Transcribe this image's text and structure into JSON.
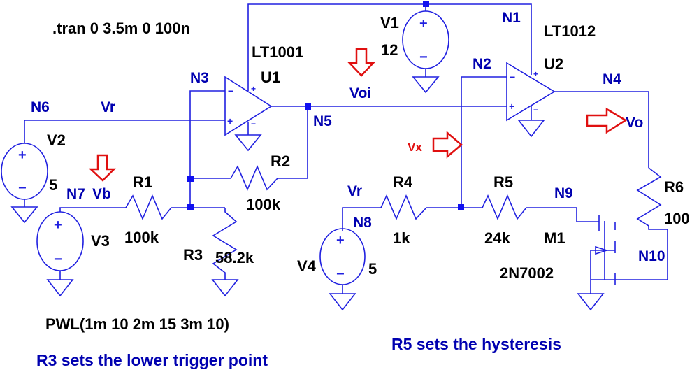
{
  "directive": ".tran 0 3.5m 0 100n",
  "components": {
    "U1": {
      "name": "U1",
      "model": "LT1001"
    },
    "U2": {
      "name": "U2",
      "model": "LT1012"
    },
    "V1": {
      "name": "V1",
      "value": "12"
    },
    "V2": {
      "name": "V2",
      "value": "5"
    },
    "V3": {
      "name": "V3",
      "value": "PWL(1m 10 2m 15 3m 10)"
    },
    "V4": {
      "name": "V4",
      "value": "5"
    },
    "R1": {
      "name": "R1",
      "value": "100k"
    },
    "R2": {
      "name": "R2",
      "value": "100k"
    },
    "R3": {
      "name": "R3",
      "value": "58.2k"
    },
    "R4": {
      "name": "R4",
      "value": "1k"
    },
    "R5": {
      "name": "R5",
      "value": "24k"
    },
    "R6": {
      "name": "R6",
      "value": "100"
    },
    "M1": {
      "name": "M1",
      "model": "2N7002"
    }
  },
  "nets": {
    "N1": "N1",
    "N2": "N2",
    "N3": "N3",
    "N4": "N4",
    "N5": "N5",
    "N6": "N6",
    "N7": "N7",
    "N8": "N8",
    "N9": "N9",
    "N10": "N10",
    "Vr1": "Vr",
    "Vr2": "Vr",
    "Vb": "Vb",
    "Voi": "Voi",
    "Vo": "Vo"
  },
  "probes": {
    "Vx": "Vx"
  },
  "notes": {
    "lower": "R3 sets the lower trigger point",
    "hysteresis": "R5 sets the hysteresis"
  },
  "colors": {
    "wire": "#2020e0",
    "net_label": "#0000b0",
    "probe": "#e01010",
    "text": "#000000"
  }
}
